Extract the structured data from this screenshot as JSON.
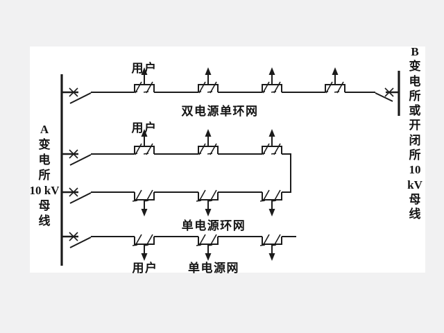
{
  "diagram": {
    "bus_a_label": "A\n变\n电\n所\n10 kV\n母\n线",
    "bus_b_label": "B\n变\n电\n所\n或\n开\n闭\n所\n10 kV\n母\n线",
    "rows": {
      "top": {
        "user": "用户",
        "name": "双电源单环网"
      },
      "middle": {
        "user": "用户",
        "name": "单电源环网"
      },
      "bottom": {
        "user": "用户",
        "name": "单电源网"
      }
    },
    "colors": {
      "line": "#1b1b1b",
      "panel": "#ffffff",
      "page_bg": "#f1f1f2",
      "text": "#141414"
    }
  }
}
